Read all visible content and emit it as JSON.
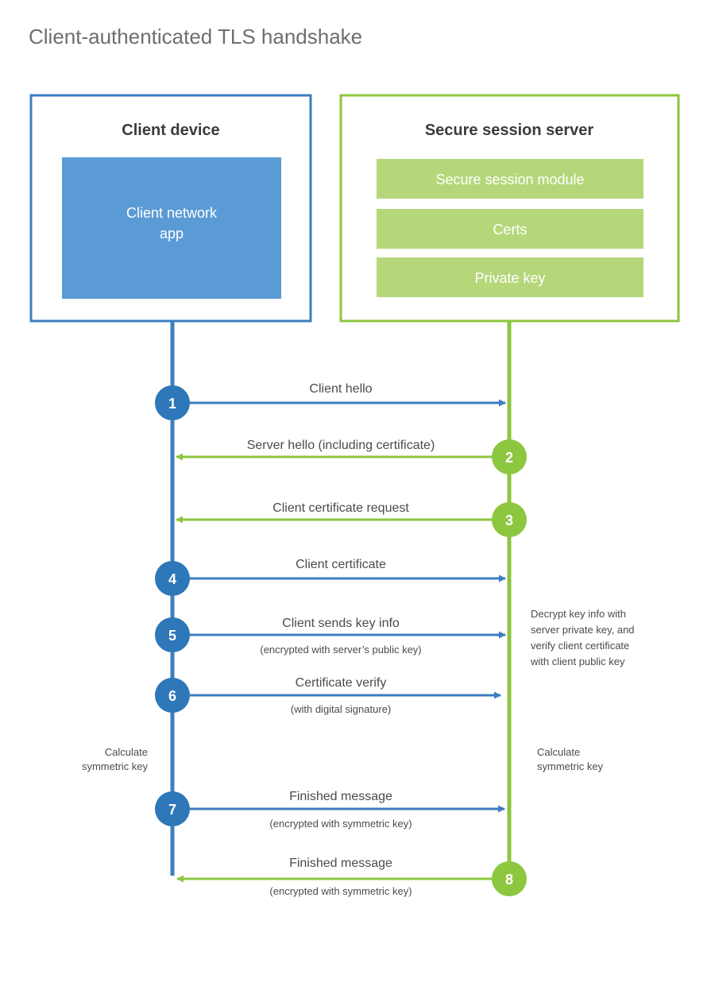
{
  "title": "Client-authenticated TLS handshake",
  "colors": {
    "client_blue": "#3c7ebf",
    "client_fill": "#5b9bd5",
    "server_green": "#8dc63f",
    "server_fill": "#b5d77a",
    "text_dark": "#4b4b4b",
    "title_gray": "#6d6e71",
    "white": "#ffffff"
  },
  "actors": {
    "client": {
      "title": "Client device",
      "inner_boxes": [
        {
          "label": "Client network app"
        }
      ]
    },
    "server": {
      "title": "Secure session server",
      "inner_boxes": [
        {
          "label": "Secure session module"
        },
        {
          "label": "Certs"
        },
        {
          "label": "Private key"
        }
      ]
    }
  },
  "messages": [
    {
      "num": "1",
      "label": "Client hello",
      "sublabel": "",
      "direction": "client-to-server",
      "color": "client"
    },
    {
      "num": "2",
      "label": "Server hello (including certificate)",
      "sublabel": "",
      "direction": "server-to-client",
      "color": "server"
    },
    {
      "num": "3",
      "label": "Client certificate request",
      "sublabel": "",
      "direction": "server-to-client",
      "color": "server"
    },
    {
      "num": "4",
      "label": "Client certificate",
      "sublabel": "",
      "direction": "client-to-server",
      "color": "client"
    },
    {
      "num": "5",
      "label": "Client sends key info",
      "sublabel": "(encrypted with server’s public key)",
      "direction": "client-to-server",
      "color": "client"
    },
    {
      "num": "6",
      "label": "Certificate verify",
      "sublabel": "(with digital signature)",
      "direction": "client-to-server",
      "color": "client"
    },
    {
      "num": "7",
      "label": "Finished message",
      "sublabel": "(encrypted with symmetric key)",
      "direction": "client-to-server",
      "color": "client"
    },
    {
      "num": "8",
      "label": "Finished message",
      "sublabel": "(encrypted with symmetric key)",
      "direction": "server-to-client",
      "color": "server"
    }
  ],
  "notes": {
    "server_decrypt": "Decrypt key info with server private key, and verify client certificate with client public key",
    "server_decrypt_lines": [
      "Decrypt key info with",
      "server private key, and",
      "verify client certificate",
      "with client public key"
    ],
    "client_calculate_lines": [
      "Calculate",
      "symmetric key"
    ],
    "server_calculate_lines": [
      "Calculate",
      "symmetric key"
    ]
  }
}
